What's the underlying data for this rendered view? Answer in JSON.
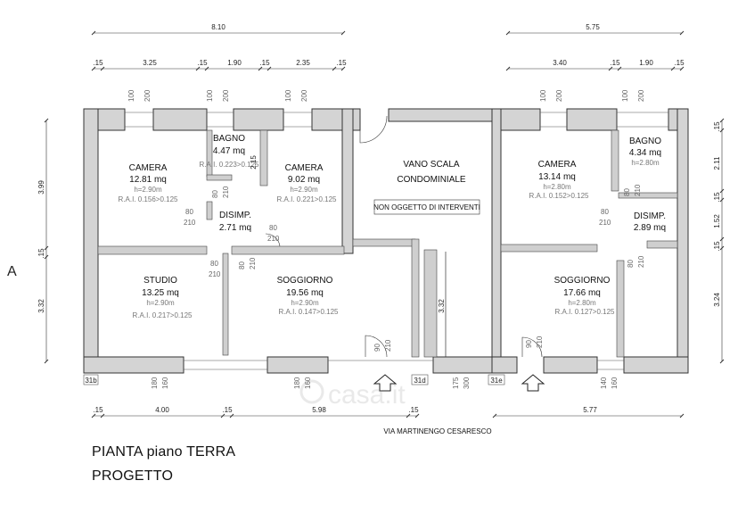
{
  "titles": {
    "line1": "PIANTA piano TERRA",
    "line2": "PROGETTO"
  },
  "side_letter": "A",
  "street": "VIA MARTINENGO CESARESCO",
  "watermark": "casa.it",
  "rooms": {
    "camera1": {
      "name": "CAMERA",
      "area": "12.81 mq",
      "h": "h=2.90m",
      "rai": "R.A.I.  0.156>0.125"
    },
    "bagno1": {
      "name": "BAGNO",
      "area": "4.47 mq",
      "rai": "R.A.I. 0.223>0.125"
    },
    "camera2": {
      "name": "CAMERA",
      "area": "9.02 mq",
      "h": "h=2.90m",
      "rai": "R.A.I.  0.221>0.125"
    },
    "disimp1": {
      "name": "DISIMP.",
      "area": "2.71 mq"
    },
    "studio": {
      "name": "STUDIO",
      "area": "13.25 mq",
      "h": "h=2.90m",
      "rai": "R.A.I.  0.217>0.125"
    },
    "soggiorno1": {
      "name": "SOGGIORNO",
      "area": "19.56 mq",
      "h": "h=2.90m",
      "rai": "R.A.I.  0.147>0.125"
    },
    "vano": {
      "line1": "VANO SCALA",
      "line2": "CONDOMINIALE",
      "note": "NON OGGETTO DI INTERVENTI"
    },
    "camera3": {
      "name": "CAMERA",
      "area": "13.14 mq",
      "h": "h=2.80m",
      "rai": "R.A.I.  0.152>0.125"
    },
    "bagno2": {
      "name": "BAGNO",
      "area": "4.34 mq",
      "h": "h=2.80m"
    },
    "disimp2": {
      "name": "DISIMP.",
      "area": "2.89 mq"
    },
    "soggiorno2": {
      "name": "SOGGIORNO",
      "area": "17.66 mq",
      "h": "h=2.80m",
      "rai": "R.A.I.  0.127>0.125"
    }
  },
  "dimensions": {
    "top_total_left": "8.10",
    "top_total_right": "5.75",
    "top_left": [
      ".15",
      "3.25",
      ".15",
      "1.90",
      ".15",
      "2.35",
      ".15"
    ],
    "top_right": [
      "3.40",
      ".15",
      "1.90",
      ".15"
    ],
    "bottom_left": [
      ".15",
      "4.00",
      ".15",
      "5.98",
      ".15"
    ],
    "bottom_right": [
      "5.77"
    ],
    "left_side": [
      "3.99",
      ".15",
      "3.32"
    ],
    "right_side": [
      ".15",
      "2.11",
      ".15",
      "1.52",
      ".15",
      "3.24"
    ],
    "stair_height": "3.32",
    "misc_2_15": "2.15"
  },
  "openings": {
    "w100": "100",
    "w200": "200",
    "d80": "80",
    "d210": "210",
    "d90": "90",
    "b180": "180",
    "b160": "160",
    "b175": "175",
    "b300": "300",
    "b140": "140"
  },
  "tags": {
    "t31b": "31b",
    "t31d": "31d",
    "t31e": "31e"
  }
}
